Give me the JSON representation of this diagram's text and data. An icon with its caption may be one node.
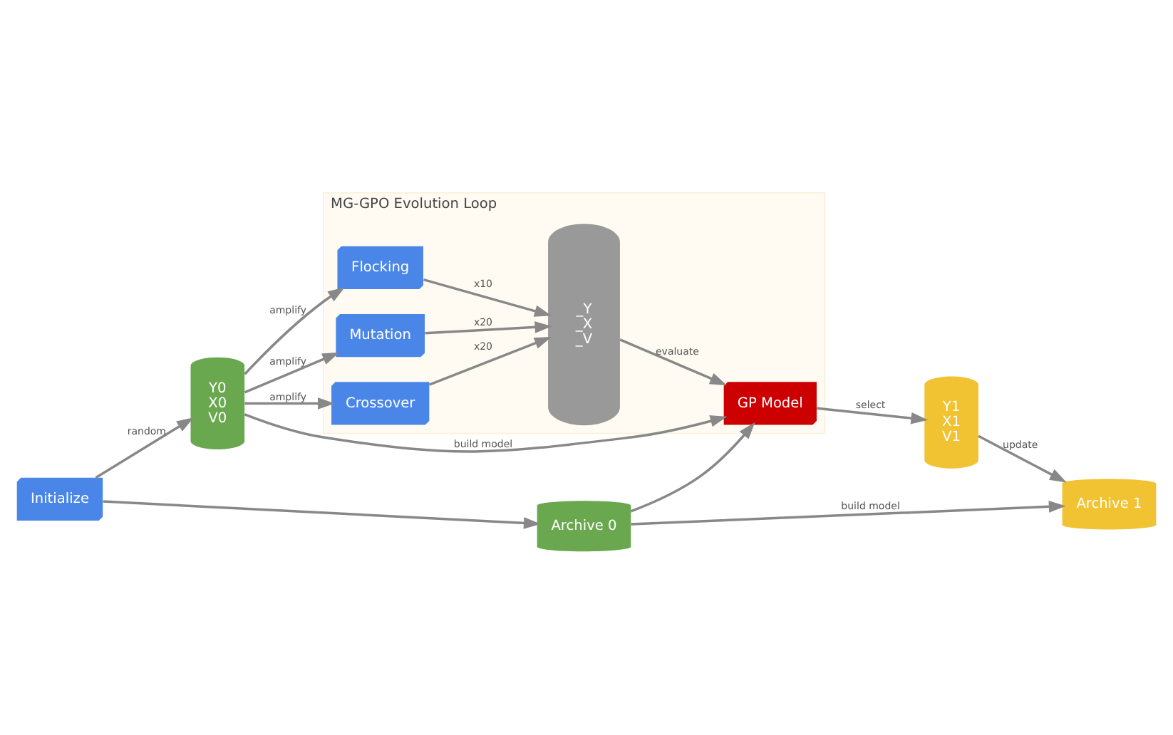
{
  "diagram": {
    "nodes": [
      {
        "text": [
          "Initialize"
        ]
      },
      {
        "text": [
          "Y0 X0 V0"
        ]
      },
      {
        "text": [
          "Archive 0"
        ]
      },
      {
        "text": [
          "MG-GPO Evolution Loop"
        ]
      },
      {
        "text": [
          "Flocking"
        ],
        "in": 3
      },
      {
        "text": [
          "Mutation"
        ],
        "in": 3
      },
      {
        "text": [
          "Crossover"
        ],
        "in": 3
      },
      {
        "text": [
          "_Y _X _V"
        ],
        "in": 3
      },
      {
        "text": [
          "GP Model"
        ],
        "in": 3
      },
      {
        "text": [
          "Y1 X1 V1"
        ]
      },
      {
        "text": [
          "Archive 1"
        ]
      }
    ],
    "edges": [
      {
        "from": 0,
        "to": 1,
        "arrow": "to",
        "label": "random"
      },
      {
        "from": 0,
        "to": 2,
        "arrow": "to"
      },
      {
        "from": 1,
        "to": 4,
        "arrow": "to",
        "label": "amplify"
      },
      {
        "from": 1,
        "to": 5,
        "arrow": "to",
        "label": "amplify"
      },
      {
        "from": 1,
        "to": 6,
        "arrow": "to",
        "label": "amplify"
      },
      {
        "from": 4,
        "to": 7,
        "arrow": "to",
        "label": "x10"
      },
      {
        "from": 5,
        "to": 7,
        "arrow": "to",
        "label": "x20"
      },
      {
        "from": 6,
        "to": 7,
        "arrow": "to",
        "label": "x20"
      },
      {
        "from": 7,
        "to": 8,
        "arrow": "to",
        "label": "evaluate"
      },
      {
        "from": 1,
        "to": 8,
        "arrow": "to",
        "label": "build model"
      },
      {
        "from": 2,
        "to": 8,
        "arrow": "to"
      },
      {
        "from": 2,
        "to": 10,
        "arrow": "to",
        "label": "build model"
      },
      {
        "from": 8,
        "to": 9,
        "arrow": "to",
        "label": "select"
      },
      {
        "from": 9,
        "to": 10,
        "arrow": "to",
        "label": "update"
      }
    ]
  }
}
